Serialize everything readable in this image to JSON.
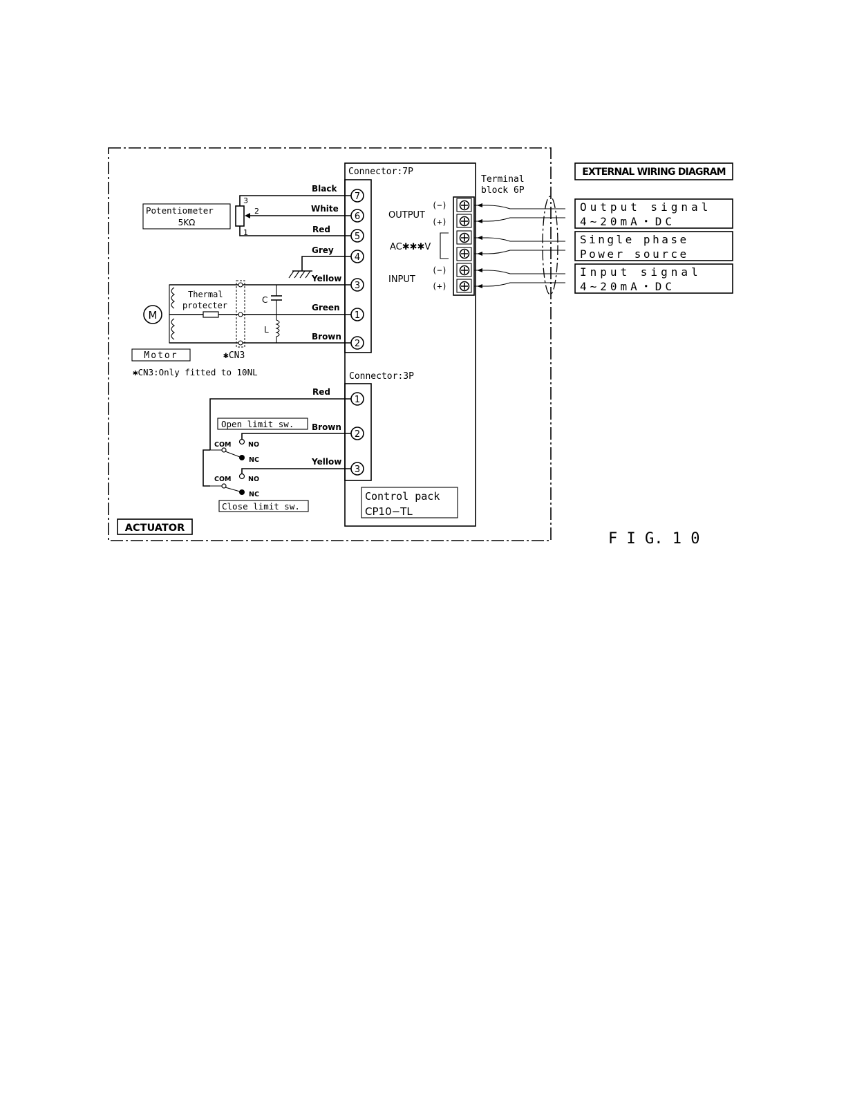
{
  "figure_label": "F I G. 1 0",
  "actuator": {
    "label": "ACTUATOR",
    "connector7p": {
      "title": "Connector:7P",
      "pins": [
        {
          "num": "7",
          "wire": "Black"
        },
        {
          "num": "6",
          "wire": "White"
        },
        {
          "num": "5",
          "wire": "Red"
        },
        {
          "num": "4",
          "wire": "Grey"
        },
        {
          "num": "3",
          "wire": "Yellow"
        },
        {
          "num": "1",
          "wire": "Green"
        },
        {
          "num": "2",
          "wire": "Brown"
        }
      ]
    },
    "potentiometer": {
      "label": "Potentiometer",
      "value": "5KΩ",
      "terminals": [
        "3",
        "2",
        "1"
      ]
    },
    "motor": {
      "label": "Motor",
      "symbol": "M",
      "thermal_line1": "Thermal",
      "thermal_line2": "protecter",
      "cap": "C",
      "inductor": "L"
    },
    "cn3": {
      "label": "✱CN3",
      "note": "✱CN3:Only fitted to 10NL"
    },
    "connector3p": {
      "title": "Connector:3P",
      "pins": [
        {
          "num": "1",
          "wire": "Red"
        },
        {
          "num": "2",
          "wire": "Brown"
        },
        {
          "num": "3",
          "wire": "Yellow"
        }
      ]
    },
    "open_limit": {
      "label": "Open limit sw.",
      "com": "COM",
      "no": "NO",
      "nc": "NC"
    },
    "close_limit": {
      "label": "Close limit sw.",
      "com": "COM",
      "no": "NO",
      "nc": "NC"
    },
    "control_pack": {
      "line1": "Control pack",
      "line2": "CP10−TL"
    }
  },
  "terminal_block": {
    "line1": "Terminal",
    "line2": "block 6P",
    "output_label": "OUTPUT",
    "ac_label": "AC✱✱✱V",
    "input_label": "INPUT",
    "minus": "(−)",
    "plus": "(+)"
  },
  "external": {
    "title": "EXTERNAL WIRING DIAGRAM",
    "boxes": [
      {
        "line1": "Output signal",
        "line2": "4∼20mA・DC"
      },
      {
        "line1": "Single phase",
        "line2": "Power source"
      },
      {
        "line1": "Input signal",
        "line2": "4∼20mA・DC"
      }
    ]
  }
}
